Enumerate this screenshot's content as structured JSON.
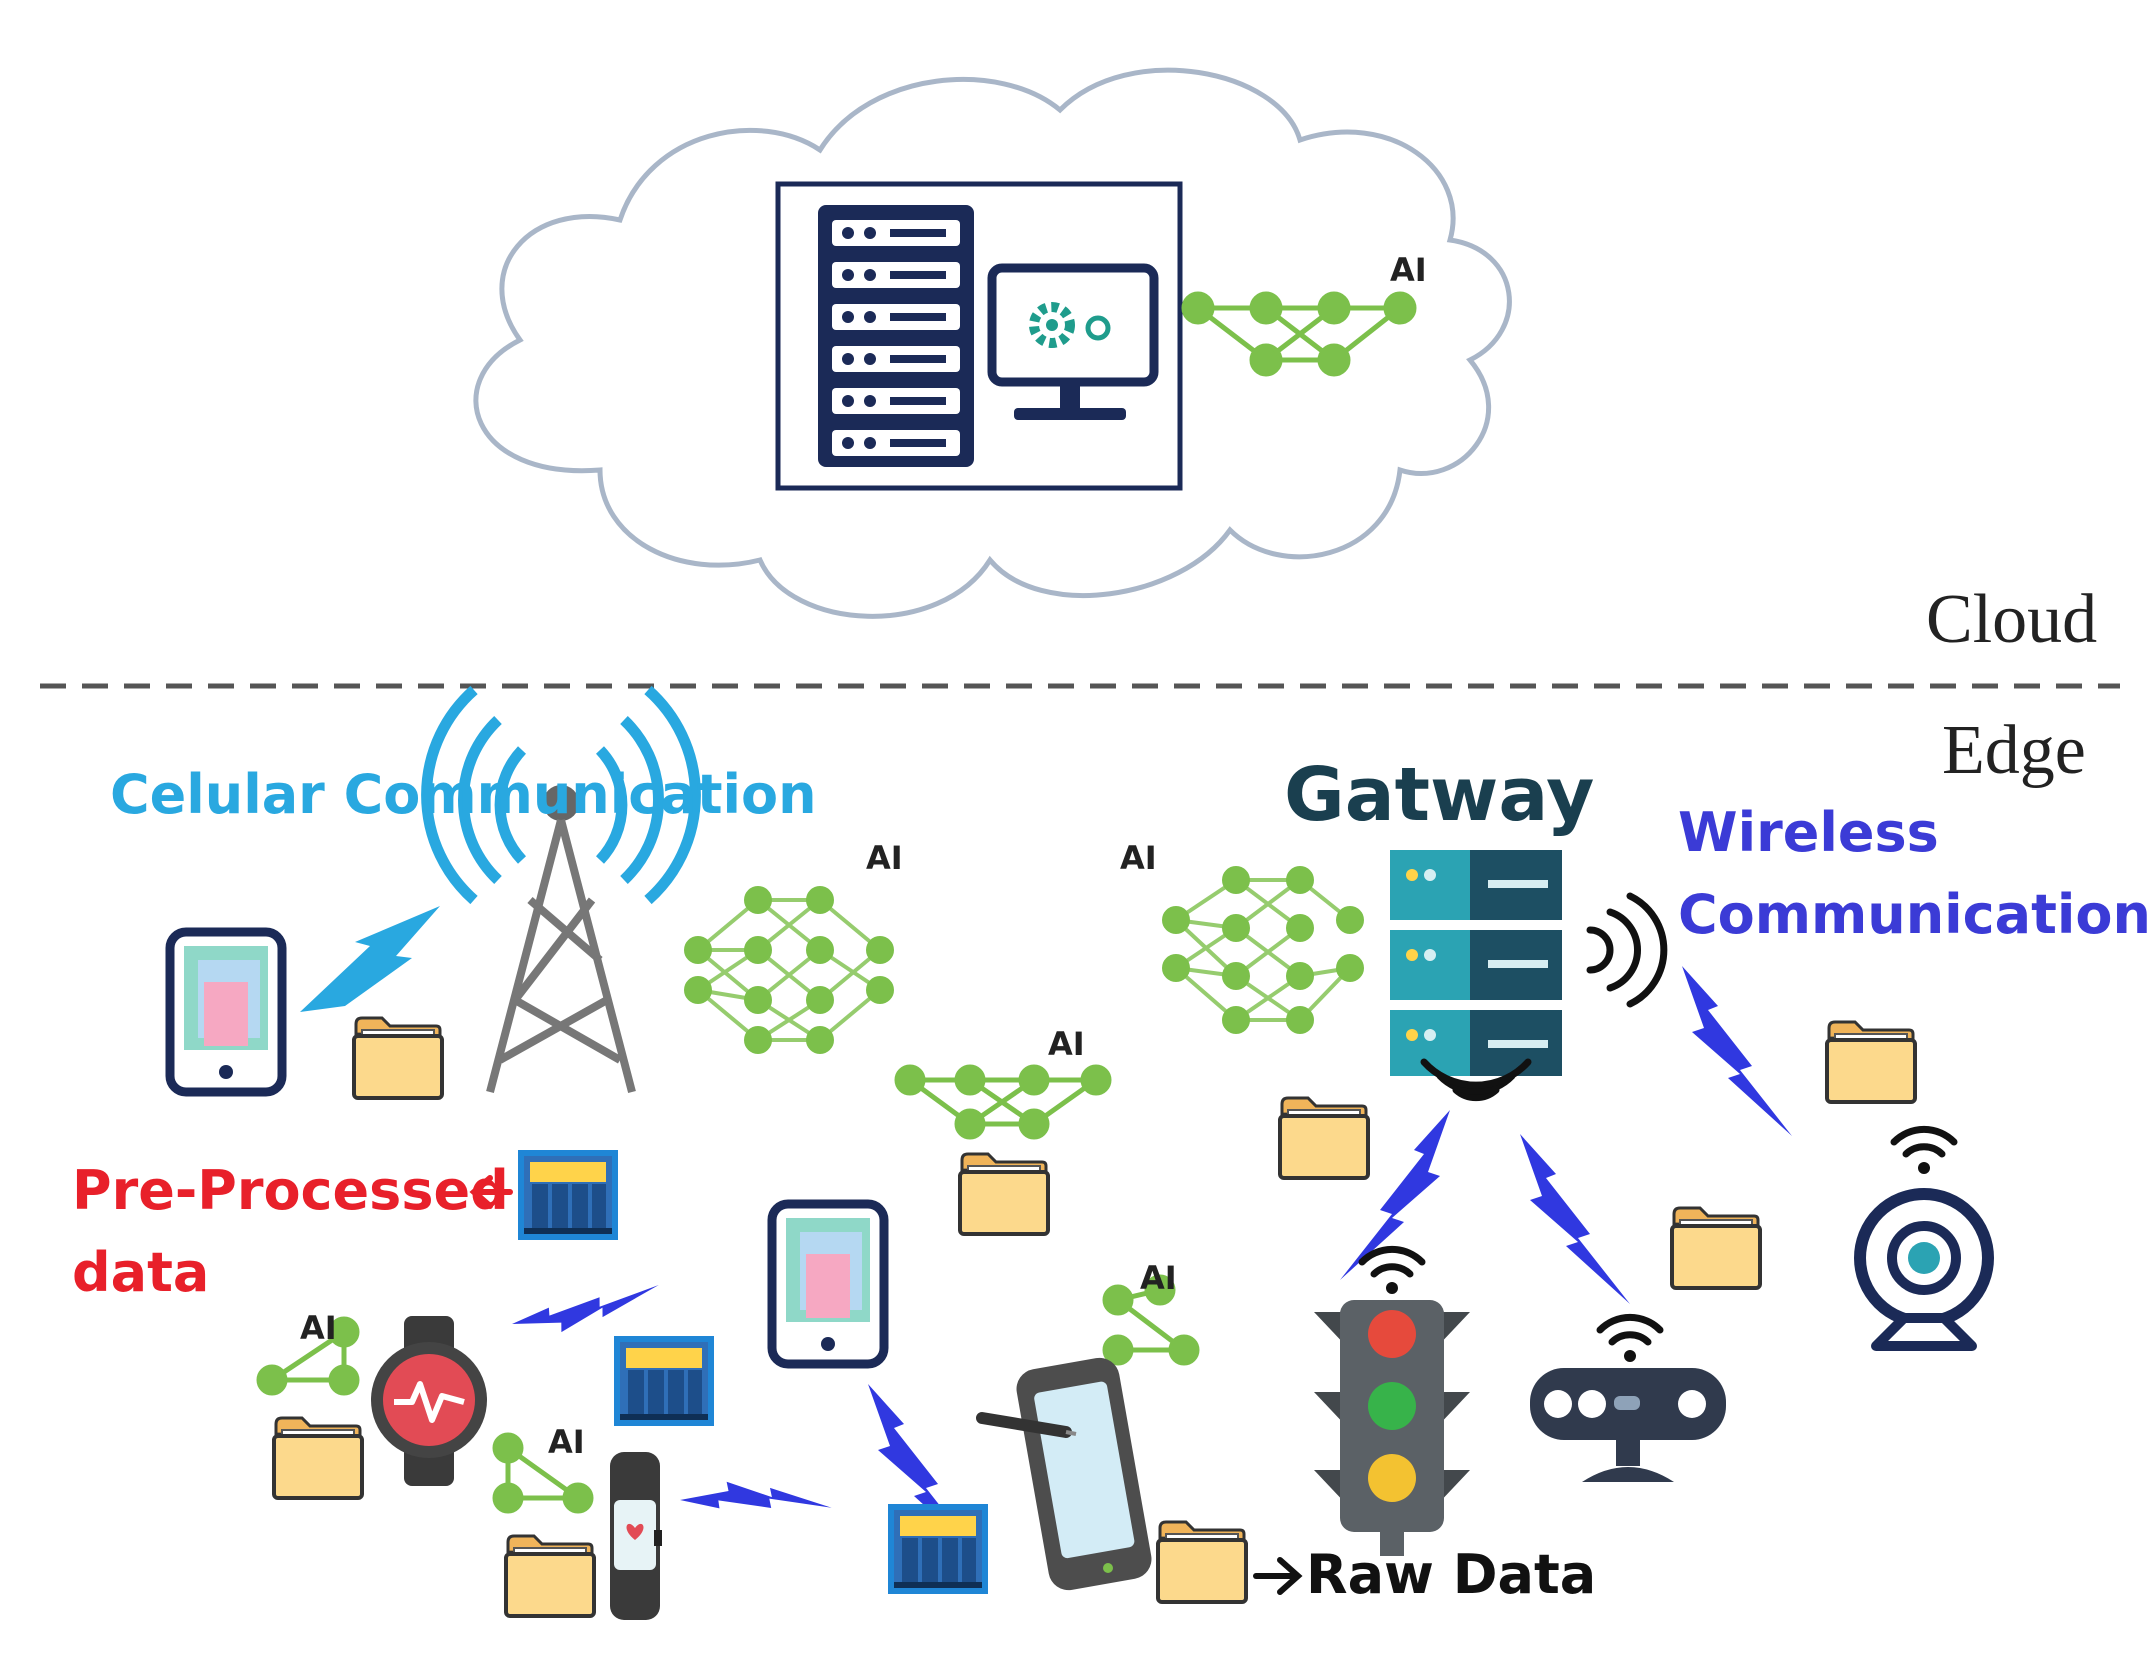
{
  "layers": {
    "cloud": "Cloud",
    "edge": "Edge"
  },
  "labels": {
    "cellular": "Celular Communication",
    "gateway": "Gatway",
    "wireless_1": "Wireless",
    "wireless_2": "Communication",
    "preprocessed_1": "Pre-Processed",
    "preprocessed_2": "data",
    "raw_data": "Raw Data"
  },
  "ai_tag": "AI",
  "colors": {
    "cellular": "#29a8e0",
    "gateway": "#1a3f4f",
    "wireless": "#3b3bd6",
    "preprocessed": "#e8202a",
    "raw": "#111111",
    "network": "#7cc04b",
    "lightning": "#3038e0",
    "navy": "#1b2a57"
  }
}
